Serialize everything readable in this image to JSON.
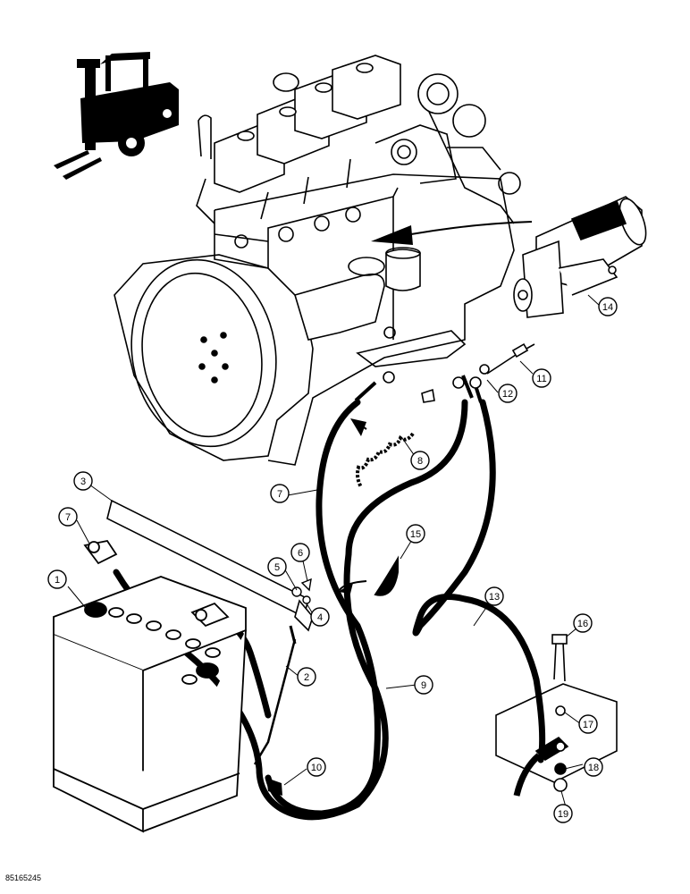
{
  "figure": {
    "document_id": "85165245",
    "callouts": [
      {
        "id": "c1",
        "num": "1"
      },
      {
        "id": "c2",
        "num": "2"
      },
      {
        "id": "c3",
        "num": "3"
      },
      {
        "id": "c4",
        "num": "4"
      },
      {
        "id": "c5",
        "num": "5"
      },
      {
        "id": "c6",
        "num": "6"
      },
      {
        "id": "c7a",
        "num": "7"
      },
      {
        "id": "c7b",
        "num": "7"
      },
      {
        "id": "c8",
        "num": "8"
      },
      {
        "id": "c9",
        "num": "9"
      },
      {
        "id": "c10",
        "num": "10"
      },
      {
        "id": "c11",
        "num": "11"
      },
      {
        "id": "c12",
        "num": "12"
      },
      {
        "id": "c13",
        "num": "13"
      },
      {
        "id": "c14",
        "num": "14"
      },
      {
        "id": "c15",
        "num": "15"
      },
      {
        "id": "c16",
        "num": "16"
      },
      {
        "id": "c17",
        "num": "17"
      },
      {
        "id": "c18",
        "num": "18"
      },
      {
        "id": "c19",
        "num": "19"
      }
    ]
  }
}
